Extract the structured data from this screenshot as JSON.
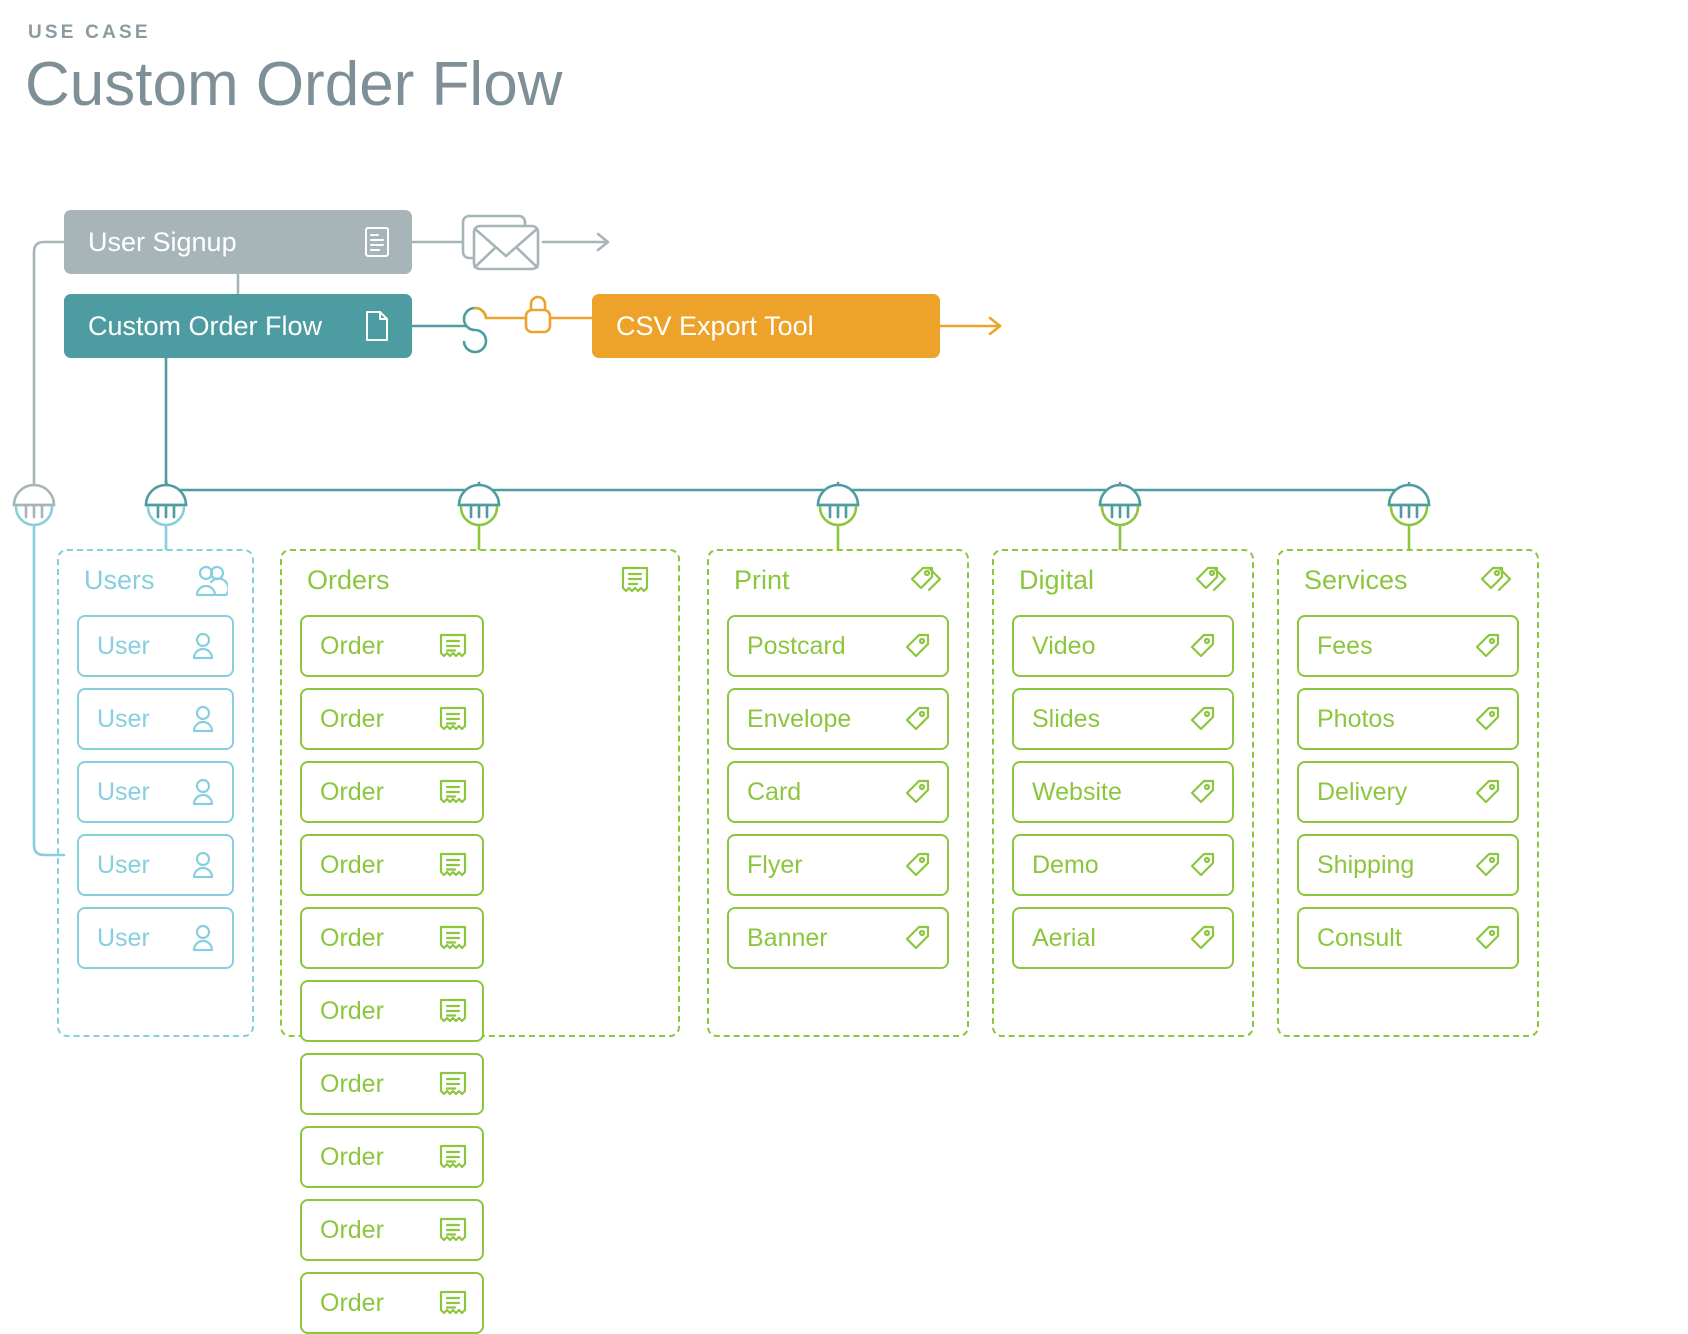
{
  "header": {
    "eyebrow": "USE CASE",
    "title": "Custom Order Flow"
  },
  "colors": {
    "gray": "#a8b5b8",
    "teal": "#4d9ca1",
    "orange": "#eda32a",
    "blue": "#87cfde",
    "green": "#8cc63e",
    "title_gray": "#7f8f98"
  },
  "nodes": [
    {
      "id": "user-signup",
      "label": "User Signup",
      "icon": "document-lines-icon",
      "color": "#a8b5b8"
    },
    {
      "id": "custom-order",
      "label": "Custom Order Flow",
      "icon": "page-icon",
      "color": "#4d9ca1"
    },
    {
      "id": "csv-export",
      "label": "CSV Export Tool",
      "icon": "none",
      "color": "#eda32a"
    }
  ],
  "connector_icons": [
    {
      "id": "envelope",
      "name": "envelope-icon",
      "color": "#a8b5b8"
    },
    {
      "id": "lock",
      "name": "lock-icon",
      "color": "#eda32a"
    },
    {
      "id": "sync",
      "name": "sync-s-icon",
      "color": "#4d9ca1"
    }
  ],
  "plugs": [
    {
      "id": "plug-users",
      "top_color": "#a8b5b8",
      "bottom_color": "#87cfde"
    },
    {
      "id": "plug-orders-a",
      "top_color": "#4d9ca1",
      "bottom_color": "#87cfde"
    },
    {
      "id": "plug-orders",
      "top_color": "#4d9ca1",
      "bottom_color": "#8cc63e"
    },
    {
      "id": "plug-print",
      "top_color": "#4d9ca1",
      "bottom_color": "#8cc63e"
    },
    {
      "id": "plug-digital",
      "top_color": "#4d9ca1",
      "bottom_color": "#8cc63e"
    },
    {
      "id": "plug-services",
      "top_color": "#4d9ca1",
      "bottom_color": "#8cc63e"
    }
  ],
  "panels": [
    {
      "id": "users",
      "title": "Users",
      "title_icon": "two-users-icon",
      "color": "#87cfde",
      "item_icon": "user-icon",
      "items": [
        "User",
        "User",
        "User",
        "User",
        "User"
      ]
    },
    {
      "id": "orders",
      "title": "Orders",
      "title_icon": "receipt-icon",
      "color": "#8cc63e",
      "item_icon": "receipt-icon",
      "items": [
        "Order",
        "Order",
        "Order",
        "Order",
        "Order",
        "Order",
        "Order",
        "Order",
        "Order",
        "Order"
      ]
    },
    {
      "id": "print",
      "title": "Print",
      "title_icon": "tags-icon",
      "color": "#8cc63e",
      "item_icon": "tag-icon",
      "items": [
        "Postcard",
        "Envelope",
        "Card",
        "Flyer",
        "Banner"
      ]
    },
    {
      "id": "digital",
      "title": "Digital",
      "title_icon": "tags-icon",
      "color": "#8cc63e",
      "item_icon": "tag-icon",
      "items": [
        "Video",
        "Slides",
        "Website",
        "Demo",
        "Aerial"
      ]
    },
    {
      "id": "services",
      "title": "Services",
      "title_icon": "tags-icon",
      "color": "#8cc63e",
      "item_icon": "tag-icon",
      "items": [
        "Fees",
        "Photos",
        "Delivery",
        "Shipping",
        "Consult"
      ]
    }
  ]
}
